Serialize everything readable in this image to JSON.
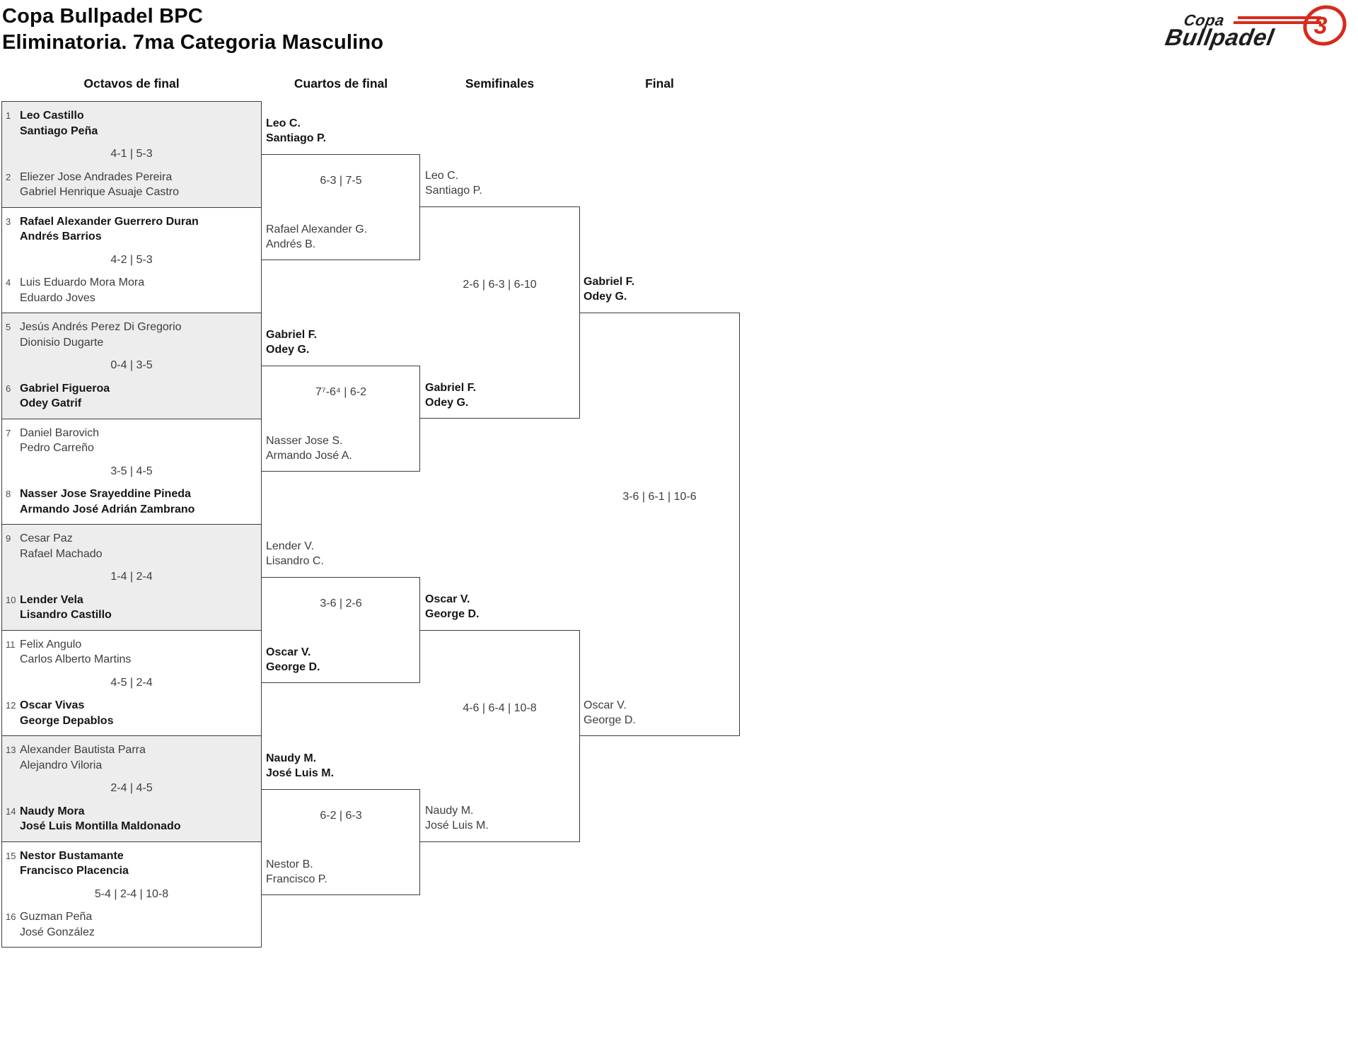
{
  "header": {
    "title_line1": "Copa Bullpadel BPC",
    "title_line2": "Eliminatoria. 7ma Categoria Masculino"
  },
  "logo": {
    "top": "Copa",
    "bottom": "Bullpadel",
    "emblem": "3"
  },
  "round_headers": {
    "r16": "Octavos de final",
    "qf": "Cuartos de final",
    "sf": "Semifinales",
    "final": "Final"
  },
  "colors": {
    "logo_red": "#d9291a",
    "logo_black": "#1d1d1b",
    "bracket_line": "#3c3c3b",
    "cell_fill_gray": "#ededed",
    "text_regular": "#3d3d3d",
    "text_winner": "#161616"
  },
  "r16": [
    {
      "seed_top": "1",
      "top": {
        "p1": "Leo Castillo",
        "p2": "Santiago Peña",
        "winner": true
      },
      "score": "4-1 | 5-3",
      "seed_bottom": "2",
      "bottom": {
        "p1": "Eliezer Jose Andrades Pereira",
        "p2": "Gabriel Henrique Asuaje Castro",
        "winner": false
      }
    },
    {
      "seed_top": "3",
      "top": {
        "p1": "Rafael Alexander Guerrero Duran",
        "p2": "Andrés Barrios",
        "winner": true
      },
      "score": "4-2 | 5-3",
      "seed_bottom": "4",
      "bottom": {
        "p1": "Luis Eduardo Mora Mora",
        "p2": "Eduardo Joves",
        "winner": false
      }
    },
    {
      "seed_top": "5",
      "top": {
        "p1": "Jesús Andrés Perez Di Gregorio",
        "p2": "Dionisio Dugarte",
        "winner": false
      },
      "score": "0-4 | 3-5",
      "seed_bottom": "6",
      "bottom": {
        "p1": "Gabriel Figueroa",
        "p2": "Odey Gatrif",
        "winner": true
      }
    },
    {
      "seed_top": "7",
      "top": {
        "p1": "Daniel Barovich",
        "p2": "Pedro Carreño",
        "winner": false
      },
      "score": "3-5 | 4-5",
      "seed_bottom": "8",
      "bottom": {
        "p1": "Nasser Jose Srayeddine Pineda",
        "p2": "Armando José Adrián Zambrano",
        "winner": true
      }
    },
    {
      "seed_top": "9",
      "top": {
        "p1": "Cesar Paz",
        "p2": "Rafael Machado",
        "winner": false
      },
      "score": "1-4 | 2-4",
      "seed_bottom": "10",
      "bottom": {
        "p1": "Lender Vela",
        "p2": "Lisandro Castillo",
        "winner": true
      }
    },
    {
      "seed_top": "11",
      "top": {
        "p1": "Felix Angulo",
        "p2": "Carlos Alberto Martins",
        "winner": false
      },
      "score": "4-5 | 2-4",
      "seed_bottom": "12",
      "bottom": {
        "p1": "Oscar Vivas",
        "p2": "George Depablos",
        "winner": true
      }
    },
    {
      "seed_top": "13",
      "top": {
        "p1": "Alexander Bautista Parra",
        "p2": "Alejandro Viloria",
        "winner": false
      },
      "score": "2-4 | 4-5",
      "seed_bottom": "14",
      "bottom": {
        "p1": "Naudy Mora",
        "p2": "José Luis Montilla Maldonado",
        "winner": true
      }
    },
    {
      "seed_top": "15",
      "top": {
        "p1": "Nestor Bustamante",
        "p2": "Francisco Placencia",
        "winner": true
      },
      "score": "5-4 | 2-4 | 10-8",
      "seed_bottom": "16",
      "bottom": {
        "p1": "Guzman Peña",
        "p2": "José González",
        "winner": false
      }
    }
  ],
  "qf": [
    {
      "top": {
        "p1": "Leo C.",
        "p2": "Santiago P.",
        "winner": true
      },
      "score": "6-3 | 7-5",
      "bottom": {
        "p1": "Rafael Alexander G.",
        "p2": "Andrés B.",
        "winner": false
      }
    },
    {
      "top": {
        "p1": "Gabriel F.",
        "p2": "Odey G.",
        "winner": true
      },
      "score": "7⁷-6⁴ | 6-2",
      "bottom": {
        "p1": "Nasser Jose S.",
        "p2": "Armando José A.",
        "winner": false
      }
    },
    {
      "top": {
        "p1": "Lender V.",
        "p2": "Lisandro C.",
        "winner": false
      },
      "score": "3-6 | 2-6",
      "bottom": {
        "p1": "Oscar V.",
        "p2": "George D.",
        "winner": true
      }
    },
    {
      "top": {
        "p1": "Naudy M.",
        "p2": "José Luis M.",
        "winner": true
      },
      "score": "6-2 | 6-3",
      "bottom": {
        "p1": "Nestor B.",
        "p2": "Francisco P.",
        "winner": false
      }
    }
  ],
  "sf": [
    {
      "top": {
        "p1": "Leo C.",
        "p2": "Santiago P.",
        "winner": false
      },
      "score": "2-6 | 6-3 | 6-10",
      "bottom": {
        "p1": "Gabriel F.",
        "p2": "Odey G.",
        "winner": true
      }
    },
    {
      "top": {
        "p1": "Oscar V.",
        "p2": "George D.",
        "winner": true
      },
      "score": "4-6 | 6-4 | 10-8",
      "bottom": {
        "p1": "Naudy M.",
        "p2": "José Luis M.",
        "winner": false
      }
    }
  ],
  "final": {
    "top": {
      "p1": "Gabriel F.",
      "p2": "Odey G.",
      "winner": true
    },
    "score": "3-6 | 6-1 | 10-6",
    "bottom": {
      "p1": "Oscar V.",
      "p2": "George D.",
      "winner": false
    }
  }
}
